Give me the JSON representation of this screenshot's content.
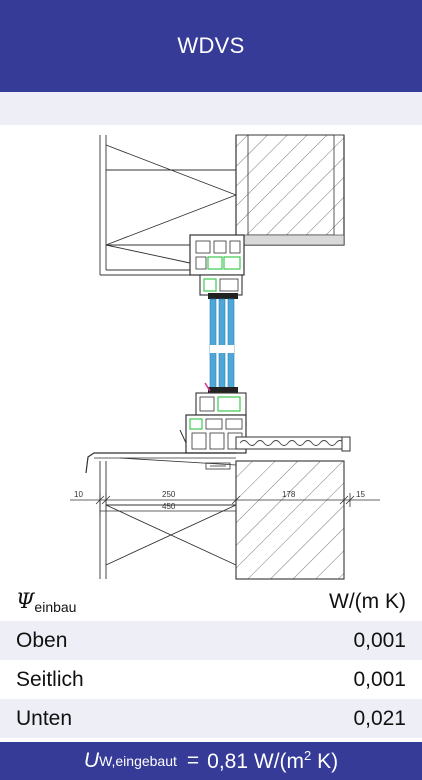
{
  "header": {
    "title": "WDVS"
  },
  "drawing": {
    "dimensions": [
      "10",
      "250",
      "450",
      "178",
      "15"
    ]
  },
  "table": {
    "head": {
      "symbol": "Ψ",
      "symbol_sub": "einbau",
      "unit": "W/(m K)"
    },
    "rows": [
      {
        "label": "Oben",
        "value": "0,001"
      },
      {
        "label": "Seitlich",
        "value": "0,001"
      },
      {
        "label": "Unten",
        "value": "0,021"
      }
    ]
  },
  "footer": {
    "symbol": "U",
    "symbol_sub": "W,eingebaut",
    "equals": "=",
    "value_unit_prefix": "0,81 W/(m",
    "unit_power": "2",
    "unit_suffix": " K)"
  },
  "colors": {
    "primary": "#353b97",
    "band": "#edeef6",
    "glass": "#4fa7d9",
    "seal": "#3ec94f",
    "seal_pink": "#e0329a"
  }
}
